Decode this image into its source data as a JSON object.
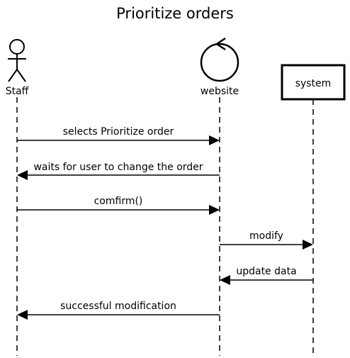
{
  "diagram": {
    "title": "Prioritize orders",
    "participants": [
      {
        "id": "staff",
        "label": "Staff",
        "kind": "actor"
      },
      {
        "id": "website",
        "label": "website",
        "kind": "control"
      },
      {
        "id": "system",
        "label": "system",
        "kind": "box"
      }
    ],
    "messages": [
      {
        "from": "staff",
        "to": "website",
        "label": "selects Prioritize order"
      },
      {
        "from": "website",
        "to": "staff",
        "label": "waits for user to change the order"
      },
      {
        "from": "staff",
        "to": "website",
        "label": "comfirm()"
      },
      {
        "from": "website",
        "to": "system",
        "label": "modify"
      },
      {
        "from": "system",
        "to": "website",
        "label": "update data"
      },
      {
        "from": "website",
        "to": "staff",
        "label": "successful modification"
      }
    ]
  }
}
